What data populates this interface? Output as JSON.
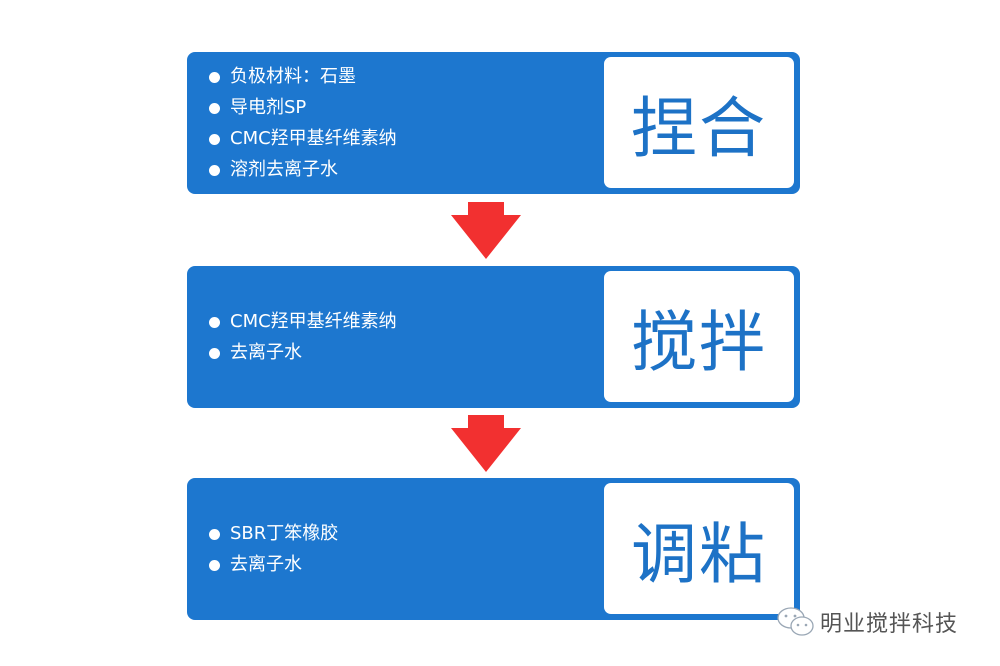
{
  "steps": [
    {
      "label": "捏合",
      "items": [
        "负极材料：石墨",
        "导电剂SP",
        "CMC羟甲基纤维素纳",
        "溶剂去离子水"
      ]
    },
    {
      "label": "搅拌",
      "items": [
        "CMC羟甲基纤维素纳",
        "去离子水"
      ]
    },
    {
      "label": "调粘",
      "items": [
        "SBR丁笨橡胶",
        "去离子水"
      ]
    }
  ],
  "arrows": {
    "color": "#f23030",
    "icon": "arrow-down-icon"
  },
  "colors": {
    "box": "#1d77cf",
    "label_text": "#1d72c6"
  },
  "watermark": {
    "text": "明业搅拌科技",
    "icon": "wechat-icon"
  }
}
